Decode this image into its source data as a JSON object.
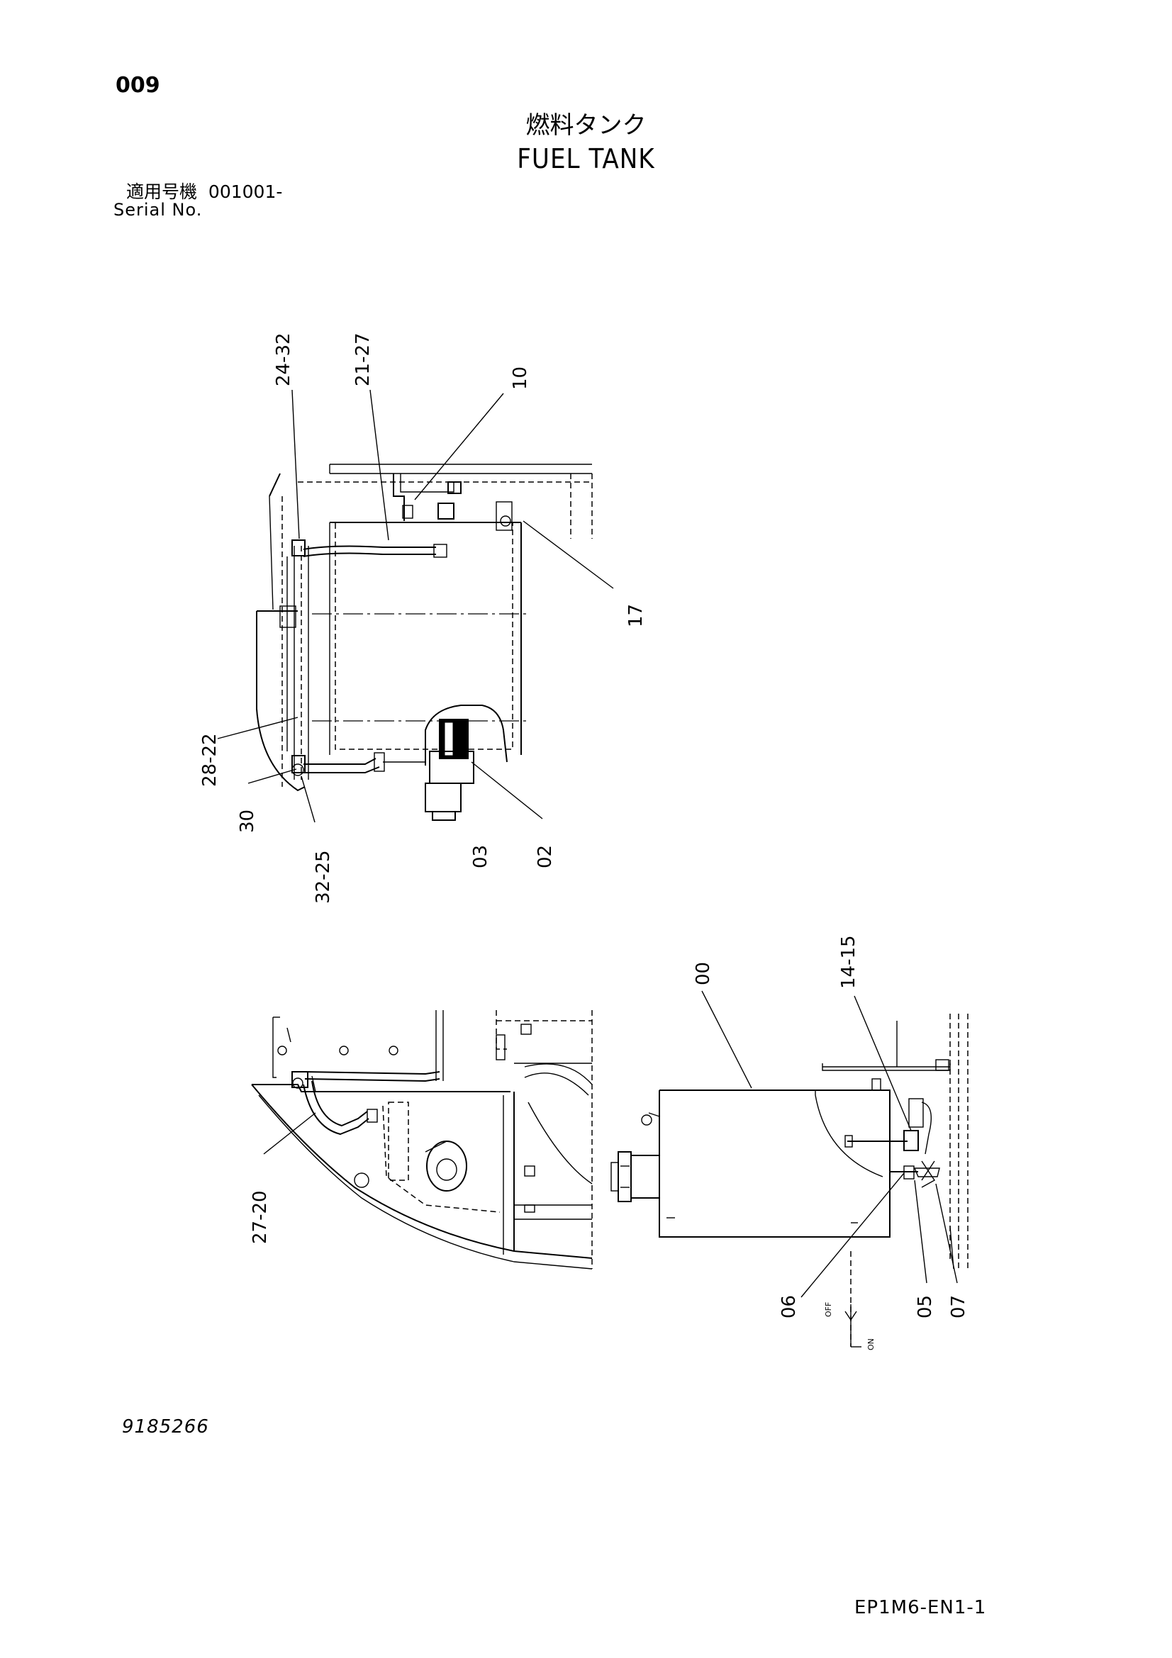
{
  "header": {
    "page_number": "009",
    "title_jp": "燃料タンク",
    "title_en": "FUEL TANK",
    "serial_label_jp": "適用号機",
    "serial_value": "001001-",
    "serial_label_en": "Serial No."
  },
  "top_view": {
    "callouts": [
      "24-32",
      "21-27",
      "10",
      "17",
      "28-22",
      "30",
      "32-25",
      "03",
      "02"
    ]
  },
  "bottom_left_view": {
    "callouts": [
      "27-20"
    ]
  },
  "bottom_right_view": {
    "callouts": [
      "00",
      "14-15",
      "06",
      "05",
      "07"
    ],
    "valve_labels": {
      "off": "OFF",
      "on": "ON"
    }
  },
  "footer": {
    "drawing_number": "9185266",
    "doc_code": "EP1M6-EN1-1"
  }
}
